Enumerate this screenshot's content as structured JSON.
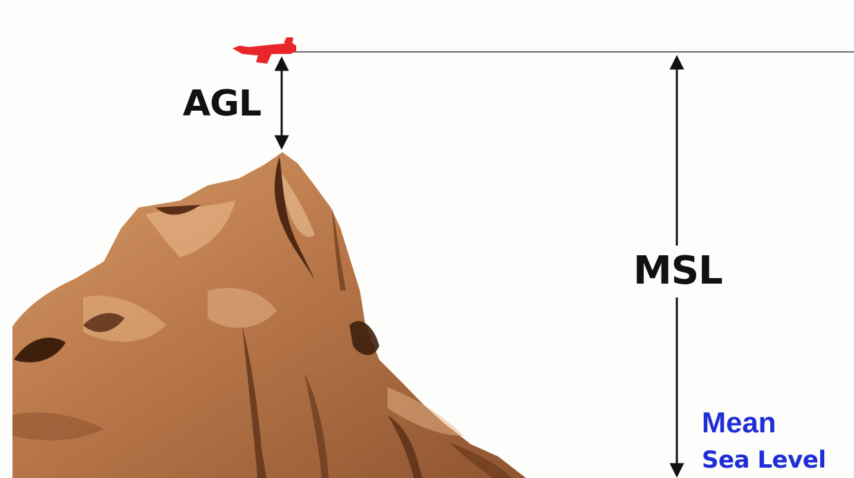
{
  "labels": {
    "agl": "AGL",
    "msl": "MSL",
    "mean": "Mean",
    "sea_level": "Sea Level"
  },
  "icons": {
    "aircraft": "airplane-icon"
  },
  "colors": {
    "altitude_line": "#6a6a6a",
    "arrows": "#111111",
    "label_text": "#111111",
    "sea_level_text": "#1f2ed6",
    "aircraft": "#e8262a",
    "mountain_base": "#b9784a",
    "mountain_shadow": "#5a2f17",
    "mountain_highlight": "#e9b98c"
  }
}
